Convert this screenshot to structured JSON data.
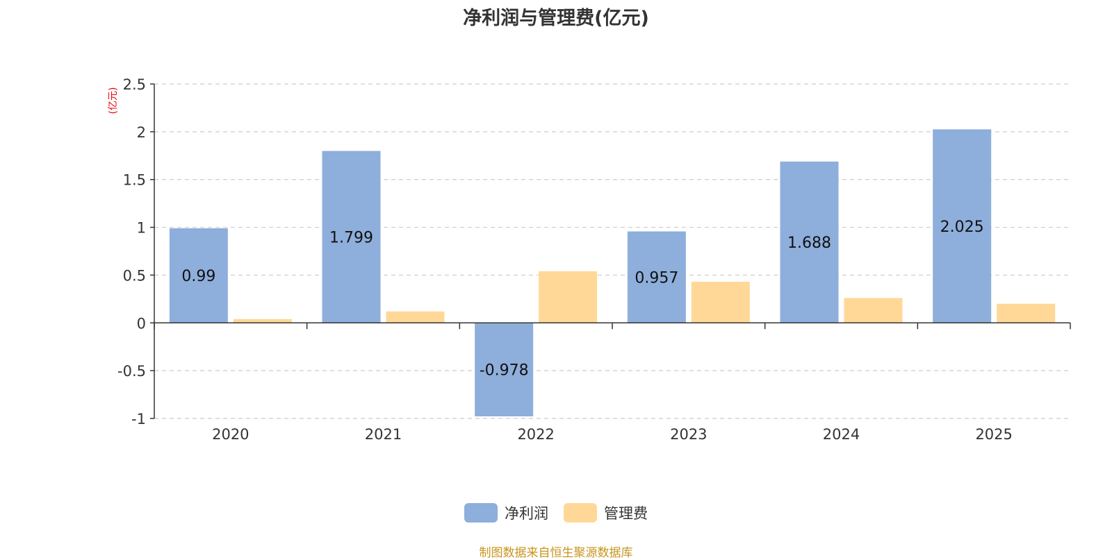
{
  "chart_data": {
    "type": "bar",
    "title": "净利润与管理费(亿元)",
    "ylabel": "(亿元)",
    "xlabel": "",
    "categories": [
      "2020",
      "2021",
      "2022",
      "2023",
      "2024",
      "2025"
    ],
    "series": [
      {
        "name": "净利润",
        "values": [
          0.99,
          1.799,
          -0.978,
          0.957,
          1.688,
          2.025
        ],
        "color": "#8eaedb",
        "show_labels": true
      },
      {
        "name": "管理费",
        "values": [
          0.04,
          0.12,
          0.54,
          0.43,
          0.26,
          0.2
        ],
        "color": "#ffd898",
        "show_labels": false
      }
    ],
    "ylim": [
      -1,
      2.5
    ],
    "yticks": [
      "-1",
      "-0.5",
      "0",
      "0.5",
      "1",
      "1.5",
      "2",
      "2.5"
    ],
    "grid": true,
    "legend_position": "bottom"
  },
  "source_note": "制图数据来自恒生聚源数据库",
  "colors": {
    "axis": "#333333",
    "grid": "#cccccc",
    "ylabel": "#e8000b",
    "source": "#c8941e"
  }
}
